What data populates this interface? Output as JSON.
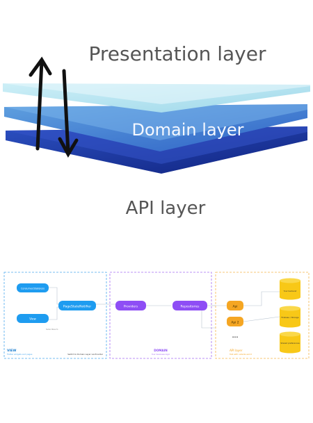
{
  "layers": {
    "presentation_label": "Presentation layer",
    "domain_label": "Domain layer",
    "api_label": "API layer"
  },
  "architecture": {
    "view": {
      "title": "VIEW",
      "subtitle": "Flutter widgets and pages",
      "note": "Switch to Domain Layer via Provider",
      "nodes": [
        "Consumer/Stateless",
        "PageStateNotifier",
        "View"
      ],
      "edge_label": "Subscribes to",
      "color": "#1e9cf0"
    },
    "domain": {
      "title": "DOMAIN",
      "subtitle": "Your business logic",
      "nodes": [
        "Providers",
        "Repositories"
      ],
      "edge_label": "",
      "color": "#8e4ef5"
    },
    "api": {
      "title": "API layer",
      "subtitle": "Talk with outside world",
      "nodes": [
        "Api",
        "Api 2"
      ],
      "ellipsis": "•••",
      "stores": [
        "Your backend",
        "Firebase / Storage",
        "Shared preferences"
      ],
      "color": "#f5a623",
      "store_color": "#f8c817"
    }
  }
}
